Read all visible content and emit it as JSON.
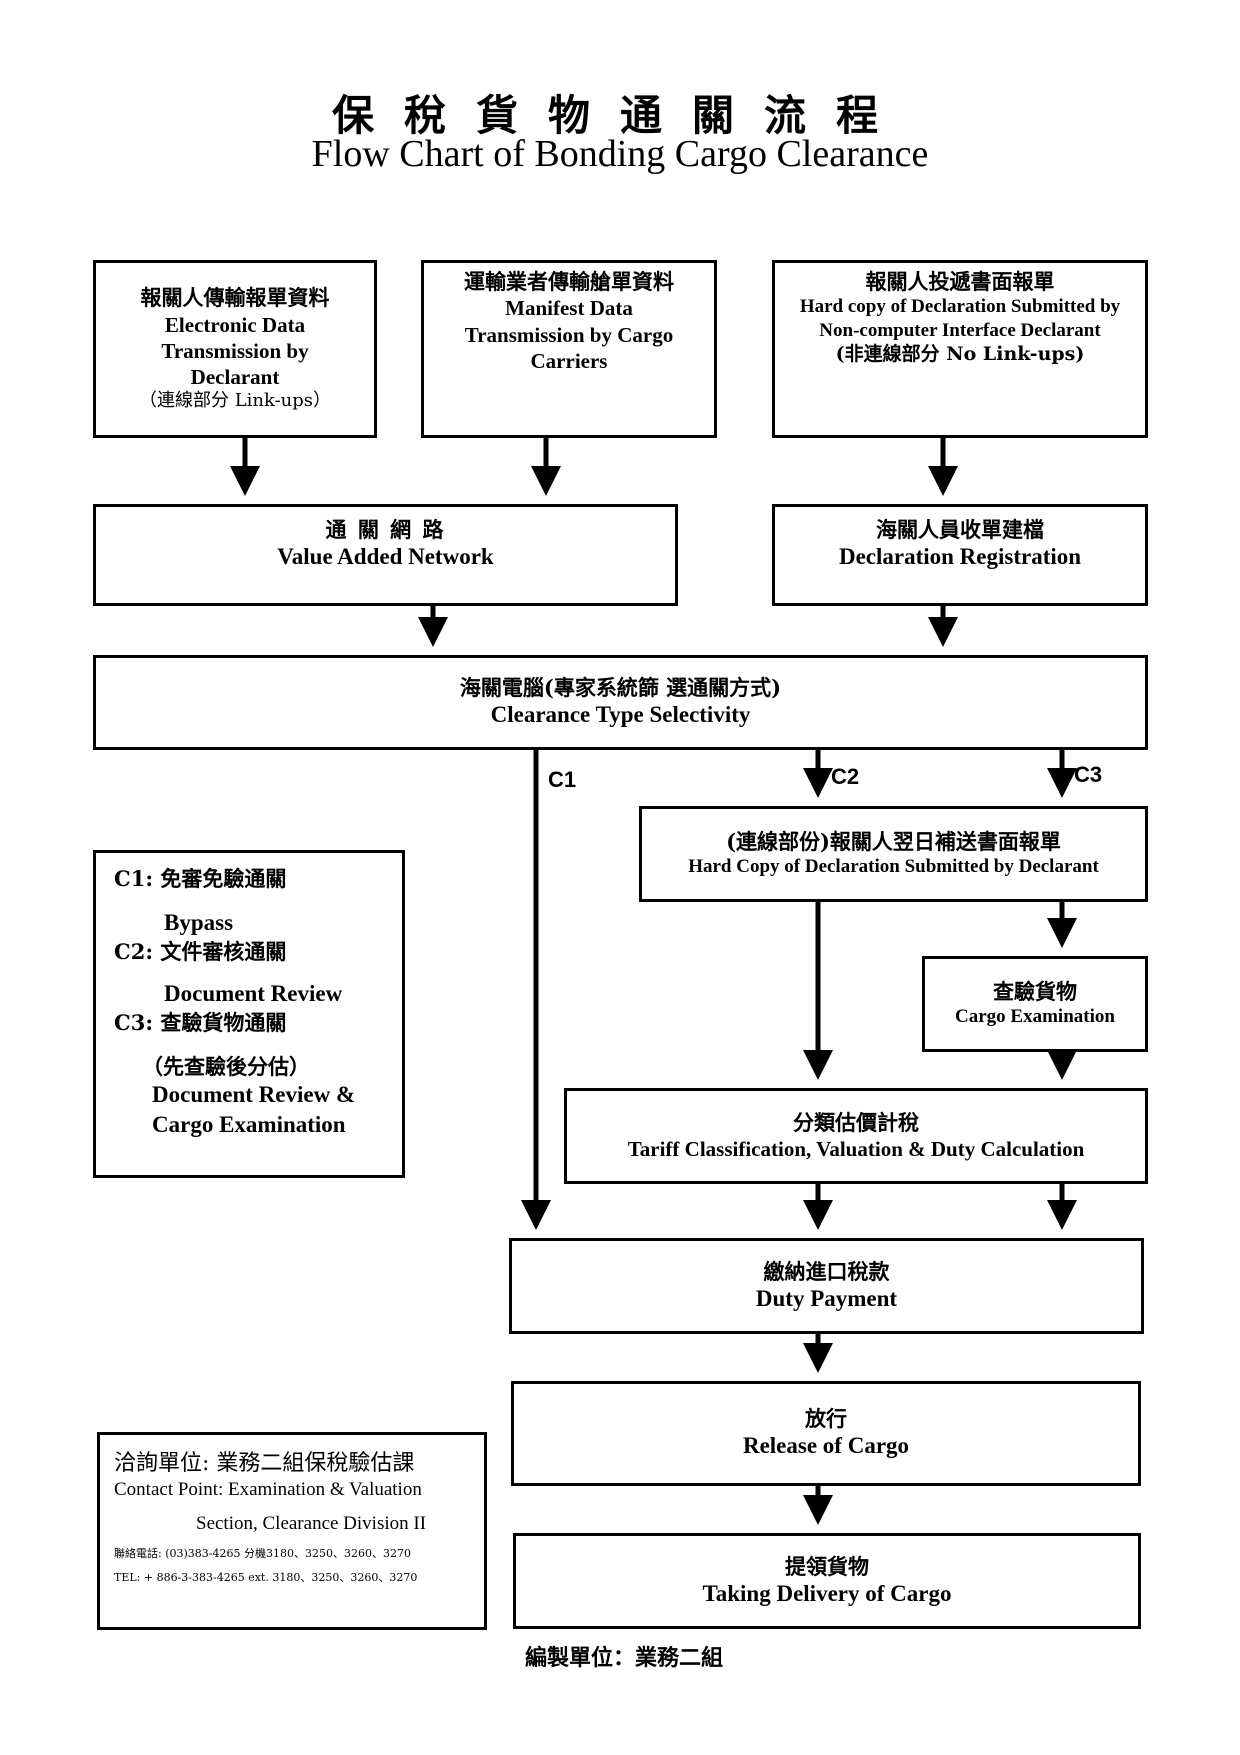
{
  "title": {
    "zh": "保稅貨物通關流程",
    "en": "Flow Chart of Bonding Cargo Clearance"
  },
  "boxes": {
    "electronic": {
      "zh": "報關人傳輸報單資料",
      "en": "Electronic Data Transmission by Declarant",
      "note": "（連線部分 Link-ups）"
    },
    "manifest": {
      "zh": "運輸業者傳輸艙單資料",
      "en": "Manifest Data Transmission by Cargo Carriers"
    },
    "hardcopy": {
      "zh": "報關人投遞書面報單",
      "en": "Hard copy of Declaration Submitted by Non-computer Interface Declarant",
      "note": "(非連線部分  No Link-ups)"
    },
    "van": {
      "zh": "通 關 網 路",
      "en": "Value Added Network"
    },
    "registration": {
      "zh": "海關人員收單建檔",
      "en": "Declaration Registration"
    },
    "selectivity": {
      "zh": "海關電腦(專家系統篩 選通關方式)",
      "en": "Clearance Type Selectivity"
    },
    "hardcopy_next": {
      "zh": "(連線部份)報關人翌日補送書面報單",
      "en": "Hard Copy of Declaration Submitted by Declarant"
    },
    "cargo_exam": {
      "zh": "查驗貨物",
      "en": "Cargo Examination"
    },
    "tariff": {
      "zh": "分類估價計稅",
      "en": "Tariff Classification, Valuation & Duty Calculation"
    },
    "duty": {
      "zh": "繳納進口稅款",
      "en": "Duty Payment"
    },
    "release": {
      "zh": "放行",
      "en": "Release of Cargo"
    },
    "delivery": {
      "zh": "提領貨物",
      "en": "Taking Delivery of Cargo"
    }
  },
  "path_labels": {
    "c1": "C1",
    "c2": "C2",
    "c3": "C3"
  },
  "legend": {
    "c1_zh": "C1: 免審免驗通關",
    "c1_en": "Bypass",
    "c2_zh": "C2: 文件審核通關",
    "c2_en": "Document Review",
    "c3_zh": "C3: 查驗貨物通關",
    "c3_note": "（先查驗後分估）",
    "c3_en": "Document Review & Cargo Examination"
  },
  "contact": {
    "zh": "洽詢單位: 業務二組保稅驗估課",
    "en1": "Contact Point: Examination & Valuation",
    "en2": "Section, Clearance Division II",
    "tel_zh": "聯絡電話: (03)383-4265  分機3180、3250、3260、3270",
    "tel_en": "TEL: + 886-3-383-4265 ext. 3180、3250、3260、3270"
  },
  "footer": "編製單位：業務二組"
}
